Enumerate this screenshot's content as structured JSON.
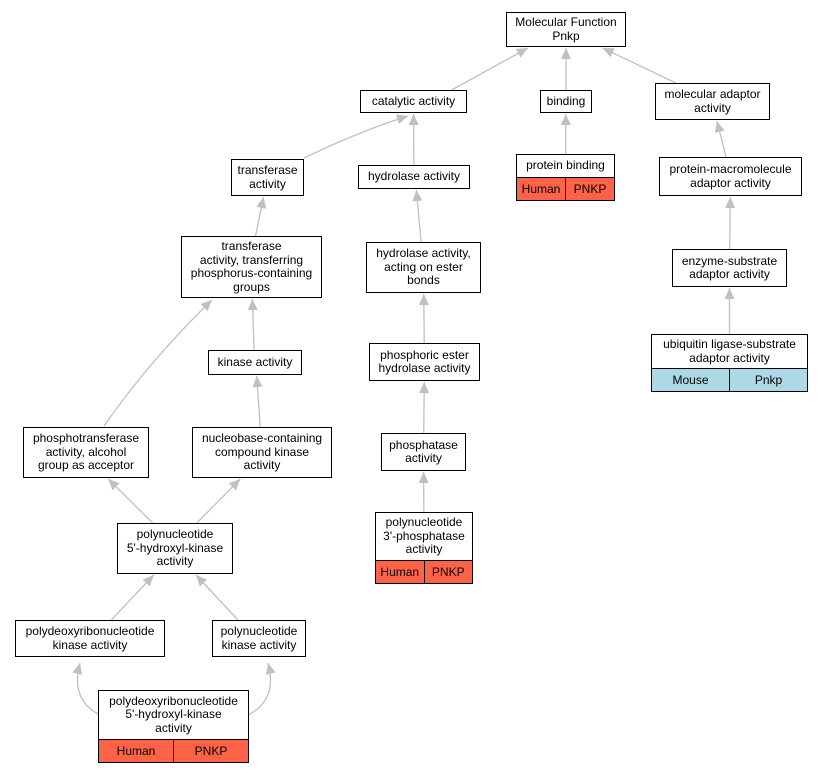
{
  "diagram": {
    "nodes": {
      "root": {
        "label": "Molecular Function\nPnkp"
      },
      "catalytic": {
        "label": "catalytic activity"
      },
      "binding": {
        "label": "binding"
      },
      "adaptor": {
        "label": "molecular adaptor\nactivity"
      },
      "transferase": {
        "label": "transferase\nactivity"
      },
      "hydrolase": {
        "label": "hydrolase activity"
      },
      "protein_binding": {
        "label": "protein binding",
        "tags": [
          "Human",
          "PNKP"
        ]
      },
      "pm_adaptor": {
        "label": "protein-macromolecule\nadaptor activity"
      },
      "transferase_p": {
        "label": "transferase\nactivity, transferring\nphosphorus-containing\ngroups"
      },
      "hydrolase_ester": {
        "label": "hydrolase activity,\nacting on ester\nbonds"
      },
      "es_adaptor": {
        "label": "enzyme-substrate\nadaptor activity"
      },
      "ubiquitin": {
        "label": "ubiquitin ligase-substrate\nadaptor activity",
        "tags": [
          "Mouse",
          "Pnkp"
        ]
      },
      "kinase": {
        "label": "kinase activity"
      },
      "phosphoric": {
        "label": "phosphoric ester\nhydrolase activity"
      },
      "phosphotransferase": {
        "label": "phosphotransferase\nactivity, alcohol\ngroup as acceptor"
      },
      "nucleobase": {
        "label": "nucleobase-containing\ncompound kinase\nactivity"
      },
      "phosphatase": {
        "label": "phosphatase\nactivity"
      },
      "pn5": {
        "label": "polynucleotide\n5'-hydroxyl-kinase\nactivity"
      },
      "pn3": {
        "label": "polynucleotide\n3'-phosphatase\nactivity",
        "tags": [
          "Human",
          "PNKP"
        ]
      },
      "pdr_kinase": {
        "label": "polydeoxyribonucleotide\nkinase activity"
      },
      "pn_kinase": {
        "label": "polynucleotide\nkinase activity"
      },
      "pdr5": {
        "label": "polydeoxyribonucleotide\n5'-hydroxyl-kinase\nactivity",
        "tags": [
          "Human",
          "PNKP"
        ]
      }
    },
    "edges": [
      [
        "catalytic",
        "root"
      ],
      [
        "binding",
        "root"
      ],
      [
        "adaptor",
        "root"
      ],
      [
        "transferase",
        "catalytic"
      ],
      [
        "hydrolase",
        "catalytic"
      ],
      [
        "protein_binding",
        "binding"
      ],
      [
        "pm_adaptor",
        "adaptor"
      ],
      [
        "transferase_p",
        "transferase"
      ],
      [
        "hydrolase_ester",
        "hydrolase"
      ],
      [
        "es_adaptor",
        "pm_adaptor"
      ],
      [
        "ubiquitin",
        "es_adaptor"
      ],
      [
        "kinase",
        "transferase_p"
      ],
      [
        "phosphotransferase",
        "transferase_p"
      ],
      [
        "phosphoric",
        "hydrolase_ester"
      ],
      [
        "nucleobase",
        "kinase"
      ],
      [
        "phosphatase",
        "phosphoric"
      ],
      [
        "pn3",
        "phosphatase"
      ],
      [
        "pn5",
        "phosphotransferase"
      ],
      [
        "pn5",
        "nucleobase"
      ],
      [
        "pdr_kinase",
        "pn5"
      ],
      [
        "pn_kinase",
        "pn5"
      ],
      [
        "pdr5",
        "pdr_kinase"
      ],
      [
        "pdr5",
        "pn_kinase"
      ]
    ],
    "colors": {
      "human": "#ff6347",
      "mouse": "#add8e6",
      "edge": "#c0c0c0"
    }
  }
}
